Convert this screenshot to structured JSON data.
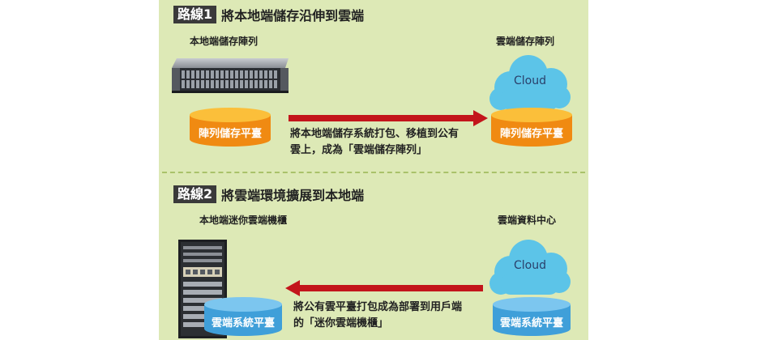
{
  "route1": {
    "badge": "路線1",
    "title": "將本地端儲存沿伸到雲端",
    "left_label": "本地端儲存陣列",
    "right_label": "雲端儲存陣列",
    "left_platform": "陣列儲存平臺",
    "right_platform": "陣列儲存平臺",
    "cloud": "Cloud",
    "caption_line1": "將本地端儲存系統打包、移植到公有",
    "caption_line2": "雲上，成為「雲端儲存陣列」"
  },
  "route2": {
    "badge": "路線2",
    "title": "將雲端環境擴展到本地端",
    "left_label": "本地端迷你雲端機櫃",
    "right_label": "雲端資料中心",
    "left_platform": "雲端系統平臺",
    "right_platform": "雲端系統平臺",
    "cloud": "Cloud",
    "caption_line1": "將公有雲平臺打包成為部署到用戶端",
    "caption_line2": "的「迷你雲端機櫃」"
  },
  "colors": {
    "panel": "#dde9b6",
    "arrow": "#c3151b",
    "orange": "#f08a12",
    "blue_platform": "#3f9fd9",
    "cloud": "#5cc4e8"
  }
}
